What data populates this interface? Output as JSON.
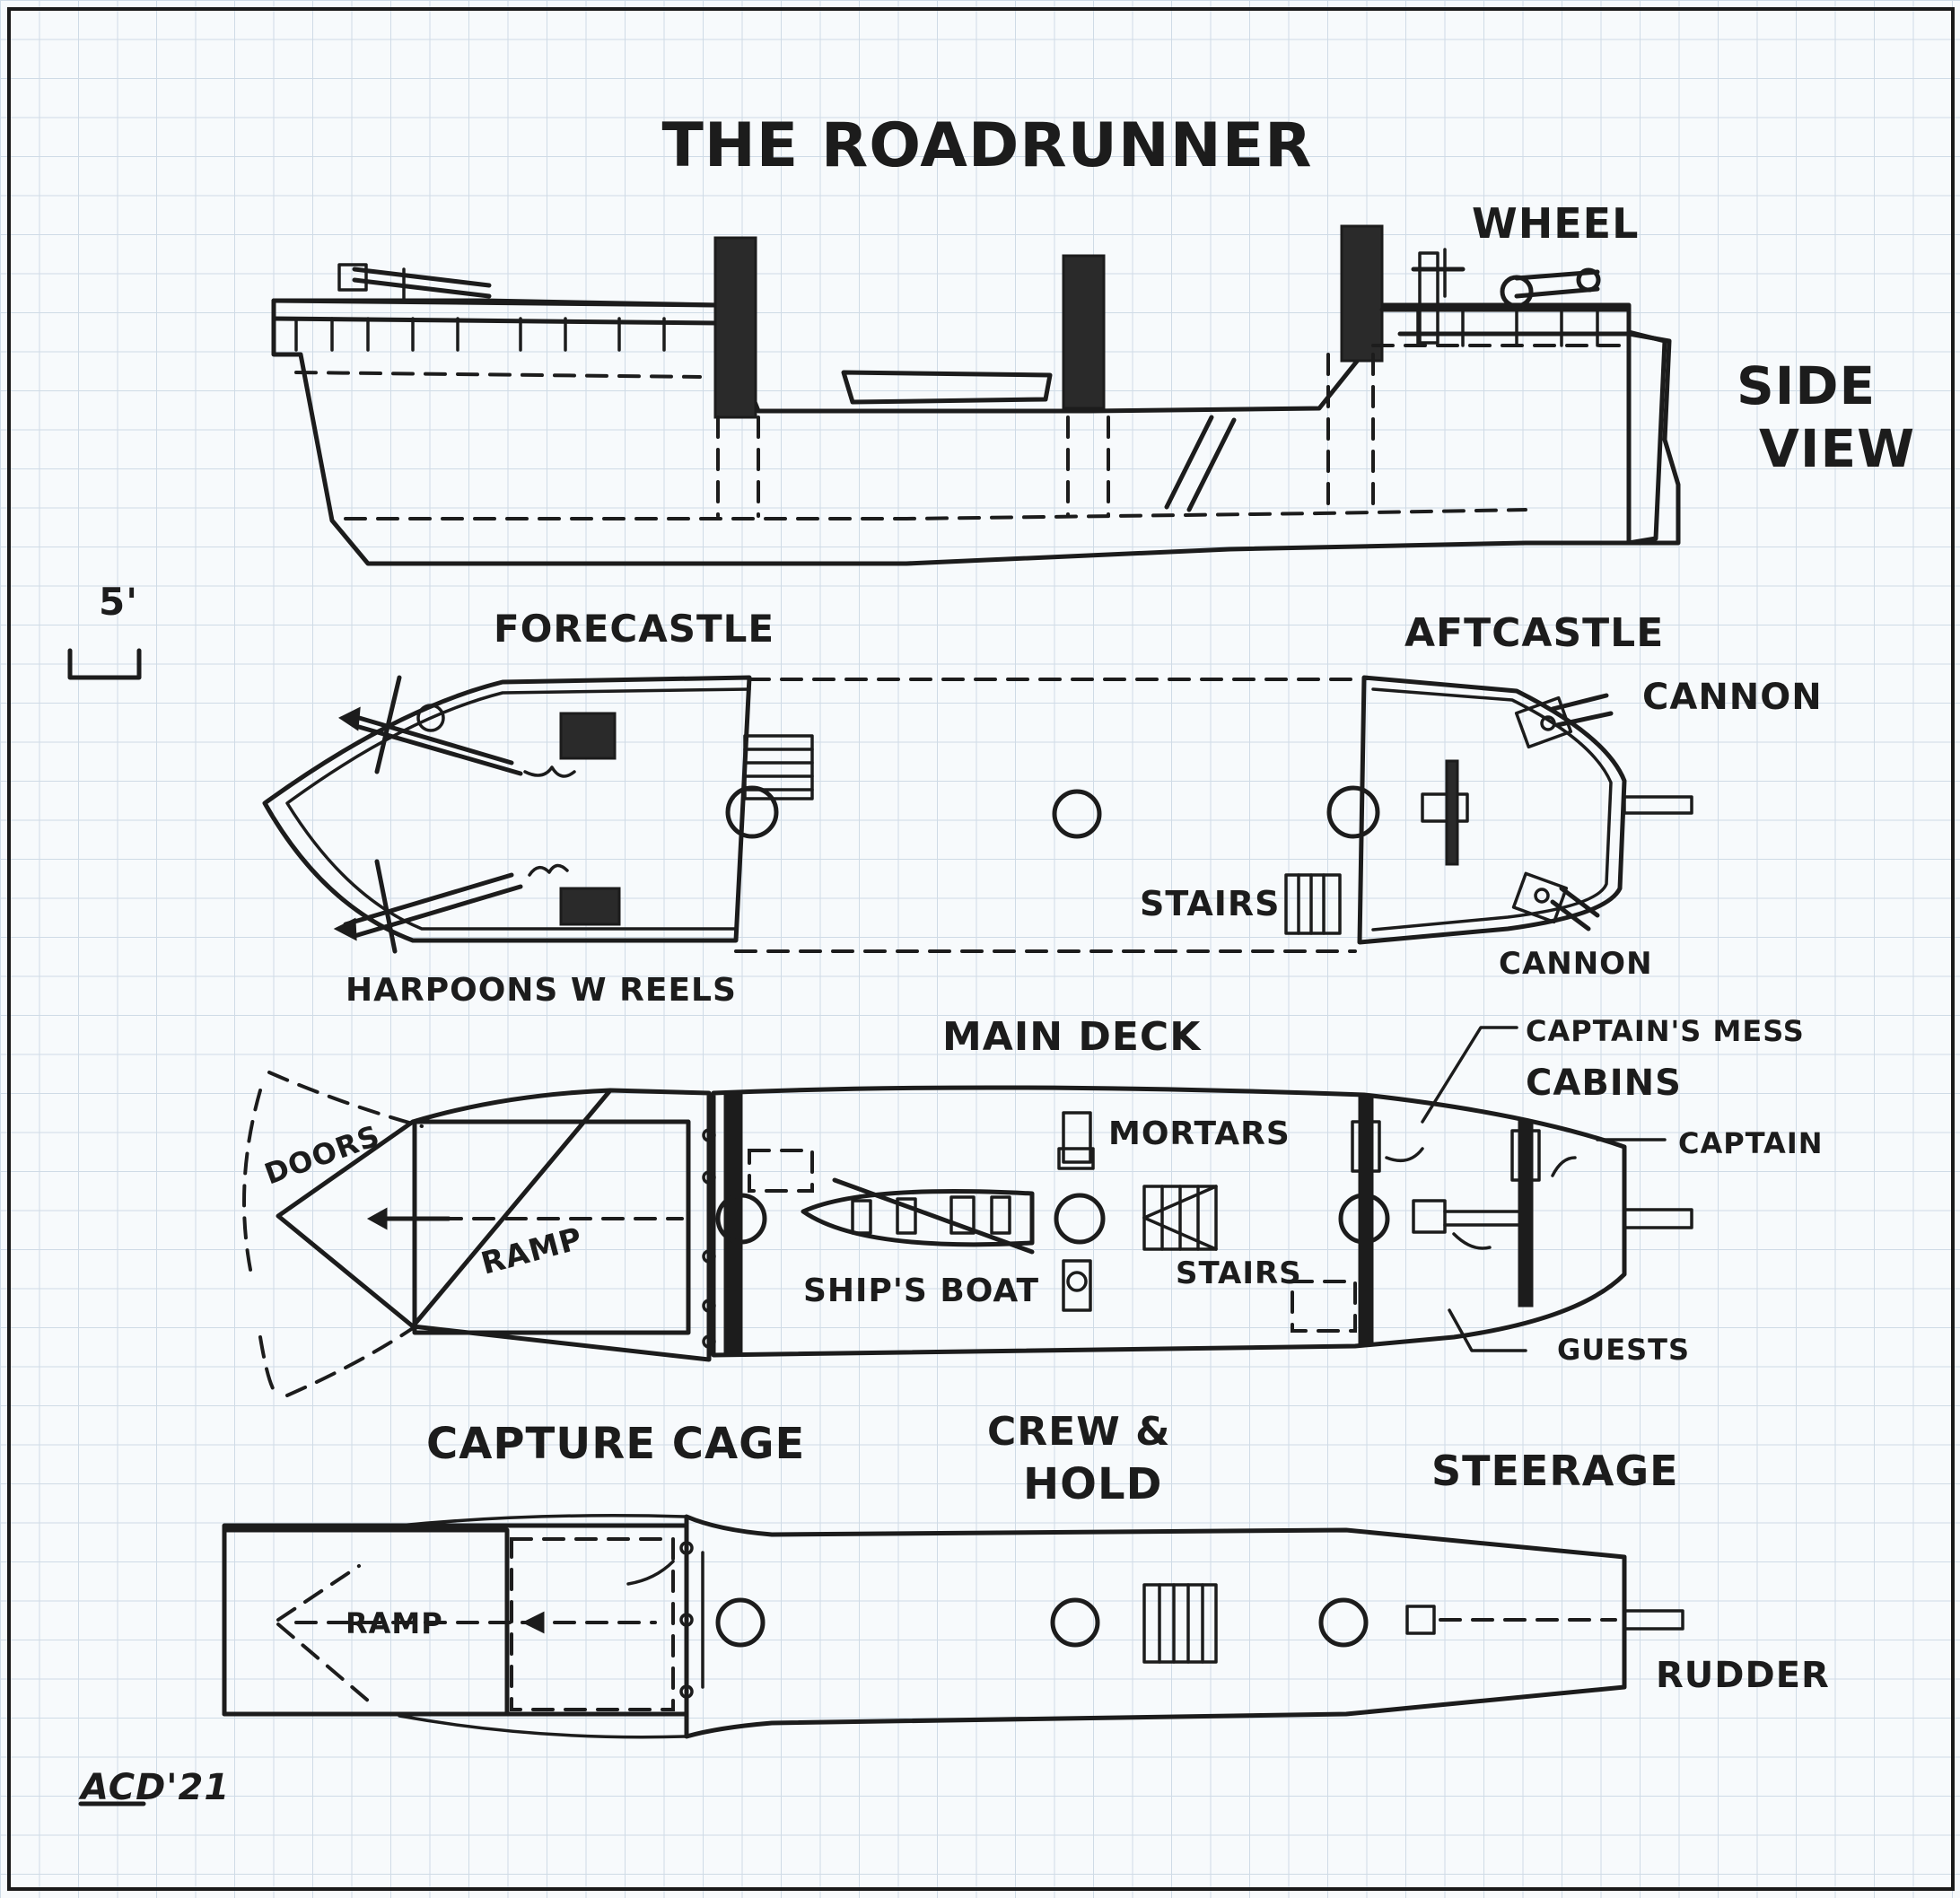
{
  "title": "THE ROADRUNNER",
  "side_view": {
    "label_line1": "SIDE",
    "label_line2": "VIEW",
    "wheel": "WHEEL"
  },
  "scale": {
    "label": "5'"
  },
  "upper_decks": {
    "forecastle": "FORECASTLE",
    "aftcastle": "AFTCASTLE",
    "cannon_top": "CANNON",
    "cannon_bottom": "CANNON",
    "stairs": "STAIRS",
    "harpoons": "HARPOONS W REELS"
  },
  "main_deck": {
    "title": "MAIN DECK",
    "doors": "DOORS",
    "ramp": "RAMP",
    "ships_boat": "SHIP'S BOAT",
    "mortars": "MORTARS",
    "stairs": "STAIRS",
    "captains_mess": "CAPTAIN'S MESS",
    "cabins": "CABINS",
    "captain": "CAPTAIN",
    "guests": "GUESTS"
  },
  "lower_deck": {
    "capture_cage": "CAPTURE CAGE",
    "crew_line1": "CREW &",
    "crew_line2": "HOLD",
    "steerage": "STEERAGE",
    "ramp": "RAMP",
    "rudder": "RUDDER"
  },
  "signature": "ACD'21"
}
